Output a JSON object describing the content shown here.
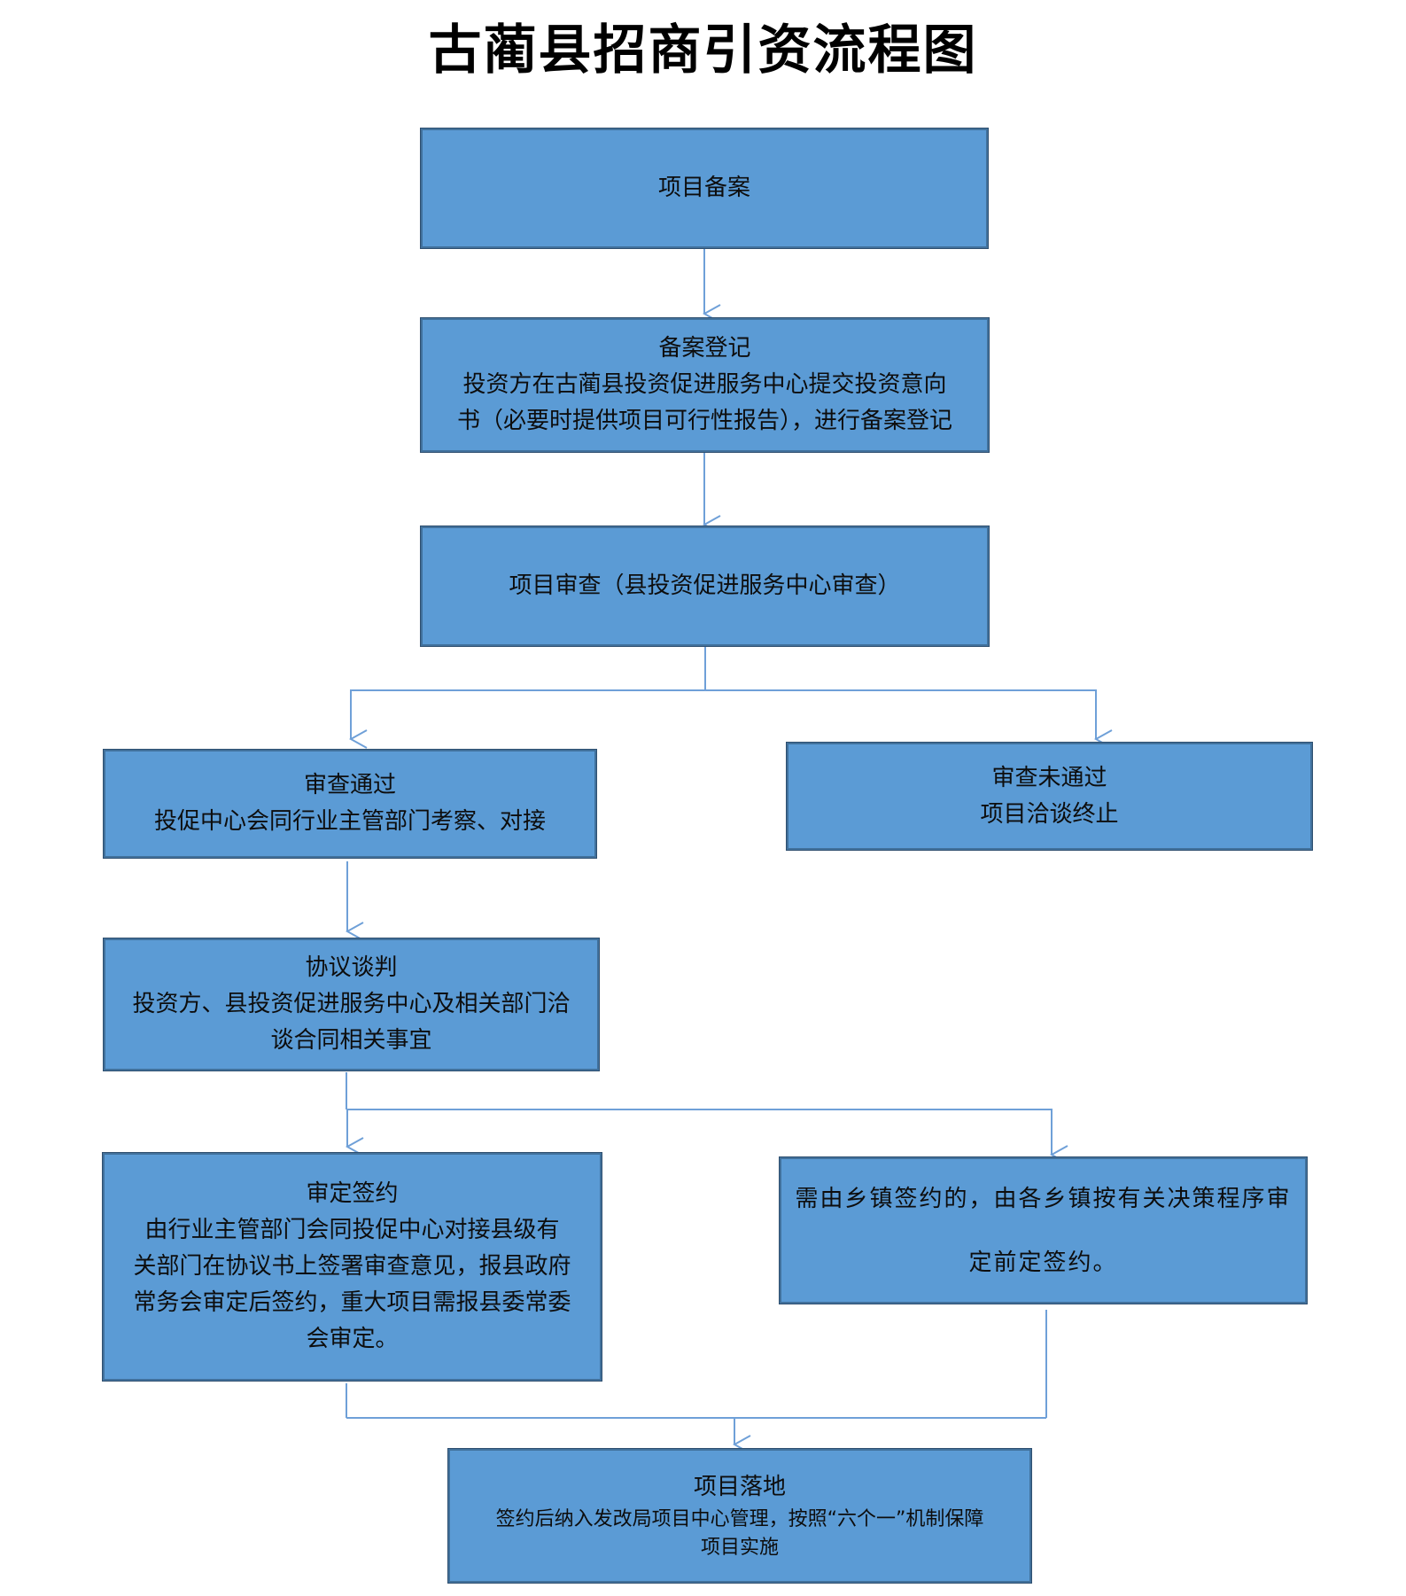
{
  "title": "古蔺县招商引资流程图",
  "colors": {
    "box_fill": "#5b9bd5",
    "box_border": "#41719c",
    "connector": "#6fa0d8"
  },
  "nodes": {
    "filing": {
      "line1": "项目备案"
    },
    "registration": {
      "heading": "备案登记",
      "line1": "投资方在古蔺县投资促进服务中心提交投资意向",
      "line2": "书（必要时提供项目可行性报告），进行备案登记"
    },
    "review": {
      "line1": "项目审查（县投资促进服务中心审查）"
    },
    "approved": {
      "heading": "审查通过",
      "line1": "投促中心会同行业主管部门考察、对接"
    },
    "rejected": {
      "heading": "审查未通过",
      "line1": "项目洽谈终止"
    },
    "negotiation": {
      "heading": "协议谈判",
      "line1": "投资方、县投资促进服务中心及相关部门洽",
      "line2": "谈合同相关事宜"
    },
    "signing": {
      "heading": "审定签约",
      "line1": "由行业主管部门会同投促中心对接县级有",
      "line2": "关部门在协议书上签署审查意见，报县政府",
      "line3": "常务会审定后签约，重大项目需报县委常委",
      "line4": "会审定。"
    },
    "township": {
      "line1": "需由乡镇签约的，由各乡镇按有关决策程序审",
      "line2": "定前定签约。"
    },
    "landing": {
      "heading": "项目落地",
      "line1": "签约后纳入发改局项目中心管理，按照“六个一”机制保障",
      "line2": "项目实施"
    }
  }
}
